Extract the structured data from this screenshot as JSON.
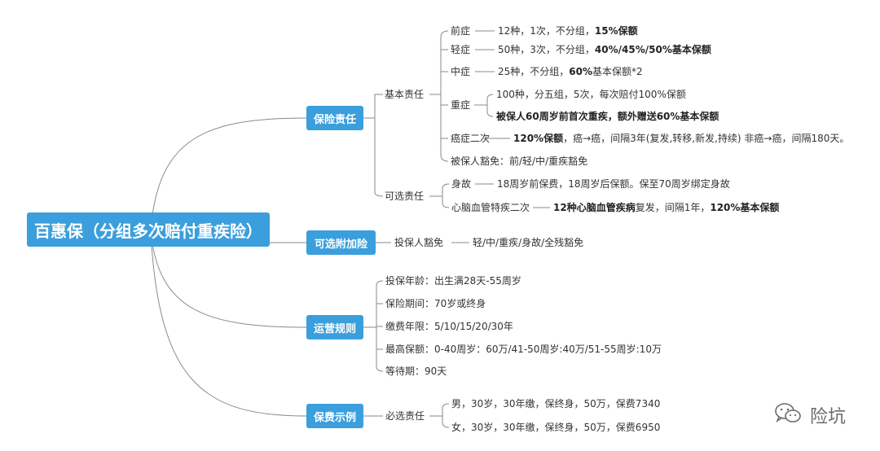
{
  "root": "百惠保（分组多次赔付重疾险）",
  "categories": {
    "coverage": "保险责任",
    "rider": "可选附加险",
    "rules": "运营规则",
    "example": "保费示例"
  },
  "coverage": {
    "basic": "基本责任",
    "optional": "可选责任",
    "early": {
      "label": "前症",
      "text": "12种，1次，不分组，",
      "bold": "15%保额"
    },
    "mild": {
      "label": "轻症",
      "text": "50种，3次，不分组，",
      "bold": "40%/45%/50%基本保额"
    },
    "moderate": {
      "label": "中症",
      "text": "25种，不分组，",
      "bold": "60%",
      "tail": "基本保额*2"
    },
    "severe": {
      "label": "重症",
      "line1": "100种，分五组，5次，每次赔付100%保额",
      "line2": "被保人60周岁前首次重疾，额外赠送60%基本保额"
    },
    "cancer2": {
      "label": "癌症二次",
      "bold": "120%保额",
      "text": "，癌→癌，间隔3年(复发,转移,新发,持续) 非癌→癌，间隔180天。"
    },
    "waiver": "被保人豁免：前/轻/中/重疾豁免",
    "death": {
      "label": "身故",
      "text": "18周岁前保费，18周岁后保额。保至70周岁绑定身故"
    },
    "cardio": {
      "label": "心脑血管特疾二次",
      "bold1": "12种心脑血管疾病",
      "mid": "复发，间隔1年，",
      "bold2": "120%基本保额"
    }
  },
  "rider": {
    "label": "投保人豁免",
    "text": "轻/中/重疾/身故/全残豁免"
  },
  "rules": {
    "age": "投保年龄：出生满28天-55周岁",
    "period": "保险期间：70岁或终身",
    "payment": "缴费年限：5/10/15/20/30年",
    "max": "最高保额：0-40周岁：60万/41-50周岁:40万/51-55周岁:10万",
    "waiting": "等待期：90天"
  },
  "example": {
    "required": "必选责任",
    "male": "男，30岁，30年缴，保终身，50万，保费7340",
    "female": "女，30岁，30年缴，保终身，50万，保费6950"
  },
  "watermark": "险坑",
  "colors": {
    "node": "#3a9fdc",
    "line": "#8a8a8a"
  }
}
